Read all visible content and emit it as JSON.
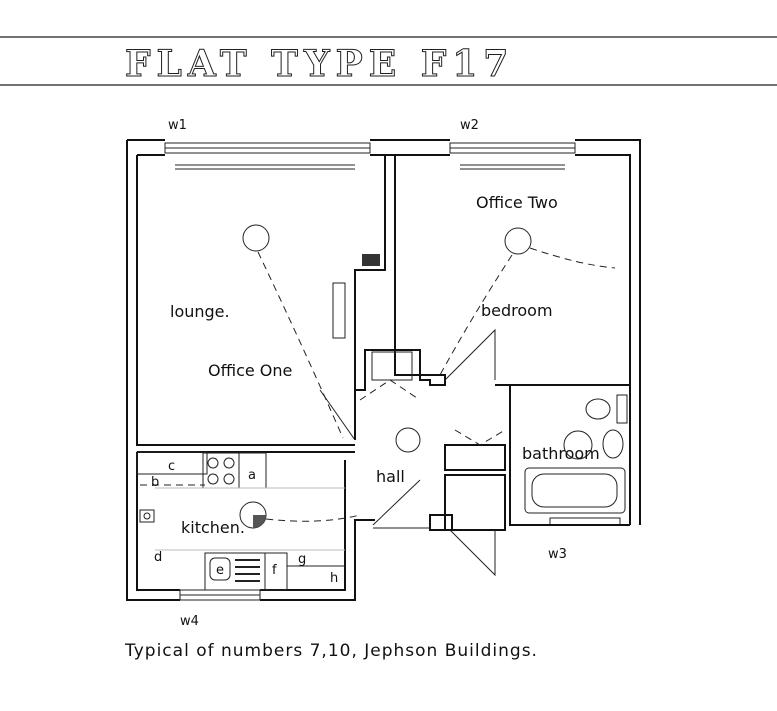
{
  "title": "FLAT TYPE F17",
  "windows": {
    "w1": "w1",
    "w2": "w2",
    "w3": "w3",
    "w4": "w4"
  },
  "rooms": {
    "lounge": "lounge.",
    "office_one": "Office One",
    "bedroom": "bedroom",
    "office_two": "Office Two",
    "hall": "hall",
    "bathroom": "bathroom",
    "kitchen": "kitchen."
  },
  "kitchen_keys": {
    "a": "a",
    "b": "b",
    "c": "c",
    "d": "d",
    "e": "e",
    "f": "f",
    "g": "g",
    "h": "h"
  },
  "caption": "Typical of numbers 7,10, Jephson Buildings."
}
